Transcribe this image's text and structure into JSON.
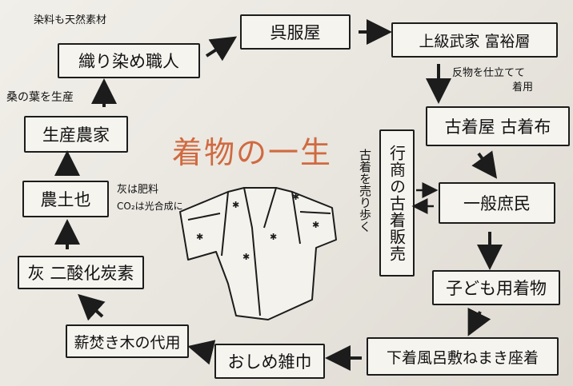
{
  "title": "着物の一生",
  "boxes": {
    "dye_weave_craftsman": "織り染め職人",
    "gofukuya": "呉服屋",
    "upper_class": "上級武家 富裕層",
    "used_clothes_shop": "古着屋 古着布",
    "peddler": "行商の古着販売",
    "commoners": "一般庶民",
    "childrens_kimono": "子ども用着物",
    "underwear": "下着風呂敷ねまき座着",
    "diaper_rag": "おしめ雑巾",
    "firewood": "薪焚き木の代用",
    "ash_co2": "灰 二酸化炭素",
    "farmland": "農土也",
    "farmer": "生産農家"
  },
  "notes": {
    "dye_material": "染料も天然素材",
    "mulberry": "桑の葉を生産",
    "tailored": "反物を仕立てて",
    "wear": "着用",
    "ash_fertilizer": "灰は肥料",
    "co2_photosynthesis": "CO₂は光合成に",
    "peddling": "古着を売り歩く"
  },
  "colors": {
    "ink": "#1c1c1c",
    "title": "#d06a40",
    "paper": "#f6f4ef"
  }
}
